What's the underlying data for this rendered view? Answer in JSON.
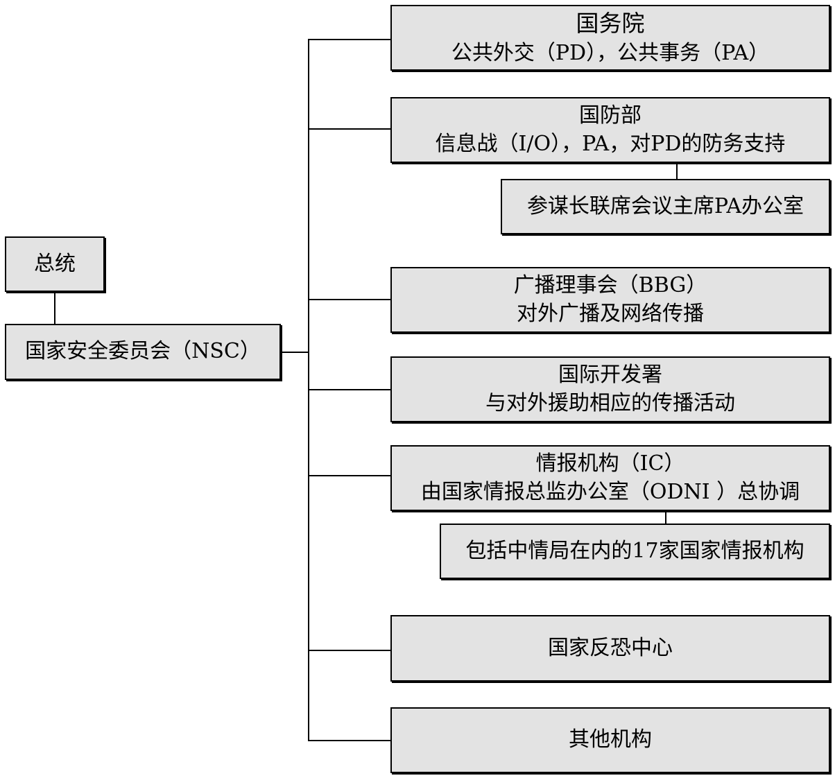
{
  "president": "总统",
  "nsc": "国家安全委员会（NSC）",
  "state_dept": {
    "name": "国务院",
    "desc": "公共外交（PD），公共事务（PA）"
  },
  "defense_dept": {
    "name": "国防部",
    "desc": "信息战（I/O），PA，对PD的防务支持",
    "sub": "参谋长联席会议主席PA办公室"
  },
  "bbg": {
    "name": "广播理事会（BBG）",
    "desc": "对外广播及网络传播"
  },
  "usaid": {
    "name": "国际开发署",
    "desc": "与对外援助相应的传播活动"
  },
  "ic": {
    "name": "情报机构（IC）",
    "desc": "由国家情报总监办公室（ODNI ）总协调",
    "sub": "包括中情局在内的17家国家情报机构"
  },
  "nctc": "国家反恐中心",
  "others": "其他机构"
}
